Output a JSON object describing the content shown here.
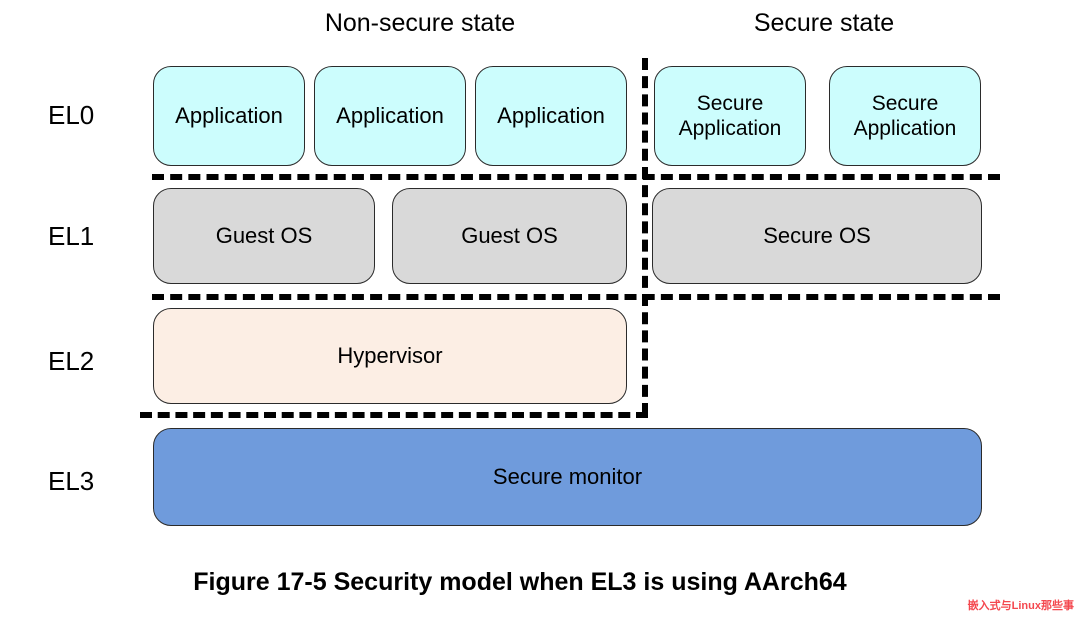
{
  "figure": {
    "caption": "Figure 17-5 Security model when EL3 is using AArch64",
    "watermark": "嵌入式与Linux那些事"
  },
  "headers": {
    "non_secure": "Non-secure state",
    "secure": "Secure state"
  },
  "exception_levels": [
    {
      "id": "EL0",
      "label": "EL0"
    },
    {
      "id": "EL1",
      "label": "EL1"
    },
    {
      "id": "EL2",
      "label": "EL2"
    },
    {
      "id": "EL3",
      "label": "EL3"
    }
  ],
  "boxes": {
    "el0": {
      "non_secure": [
        {
          "label": "Application"
        },
        {
          "label": "Application"
        },
        {
          "label": "Application"
        }
      ],
      "secure": [
        {
          "label": "Secure\nApplication"
        },
        {
          "label": "Secure\nApplication"
        }
      ]
    },
    "el1": {
      "non_secure": [
        {
          "label": "Guest OS"
        },
        {
          "label": "Guest OS"
        }
      ],
      "secure": [
        {
          "label": "Secure OS"
        }
      ]
    },
    "el2": {
      "non_secure": [
        {
          "label": "Hypervisor"
        }
      ],
      "secure": []
    },
    "el3": {
      "spanning": [
        {
          "label": "Secure monitor"
        }
      ]
    }
  },
  "colors": {
    "application": "#ccfdfd",
    "guest_os": "#d9d9d9",
    "secure_os": "#d9d9d9",
    "hypervisor": "#fceee4",
    "secure_monitor": "#6f9bdc",
    "border": "#2b2b2b",
    "divider": "#000000",
    "watermark": "#f4484f",
    "background": "#ffffff"
  }
}
